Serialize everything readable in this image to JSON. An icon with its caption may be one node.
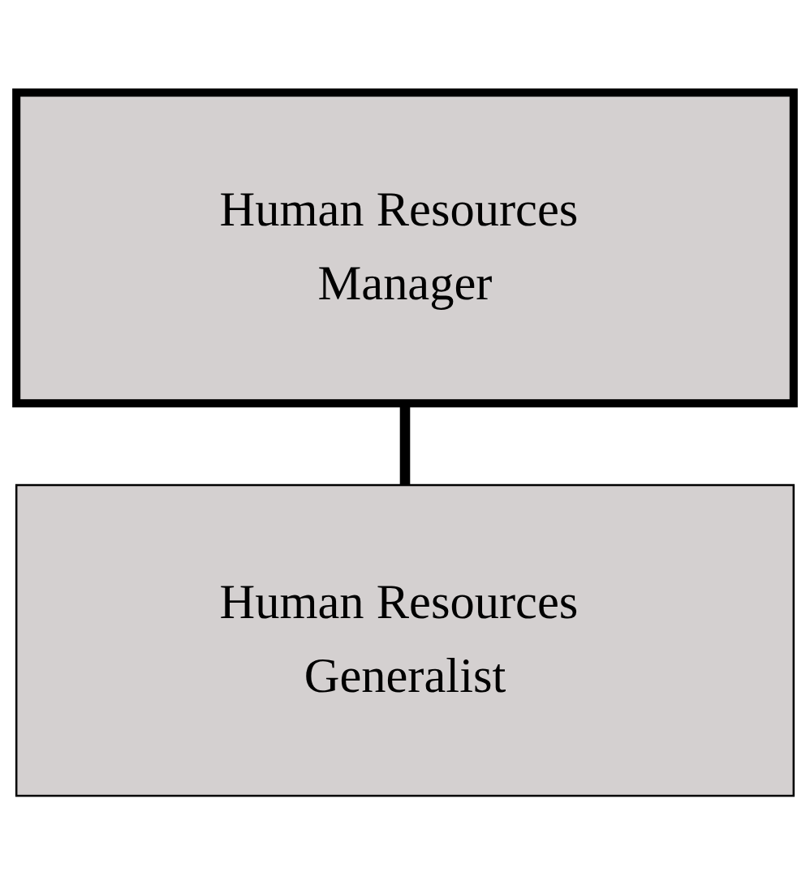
{
  "diagram": {
    "nodes": [
      {
        "text": [
          "Human Resources Manager"
        ]
      },
      {
        "text": [
          "Human Resources Generalist"
        ]
      }
    ],
    "edges": [
      {
        "from": 0,
        "to": 1,
        "arrow": "none"
      }
    ]
  }
}
